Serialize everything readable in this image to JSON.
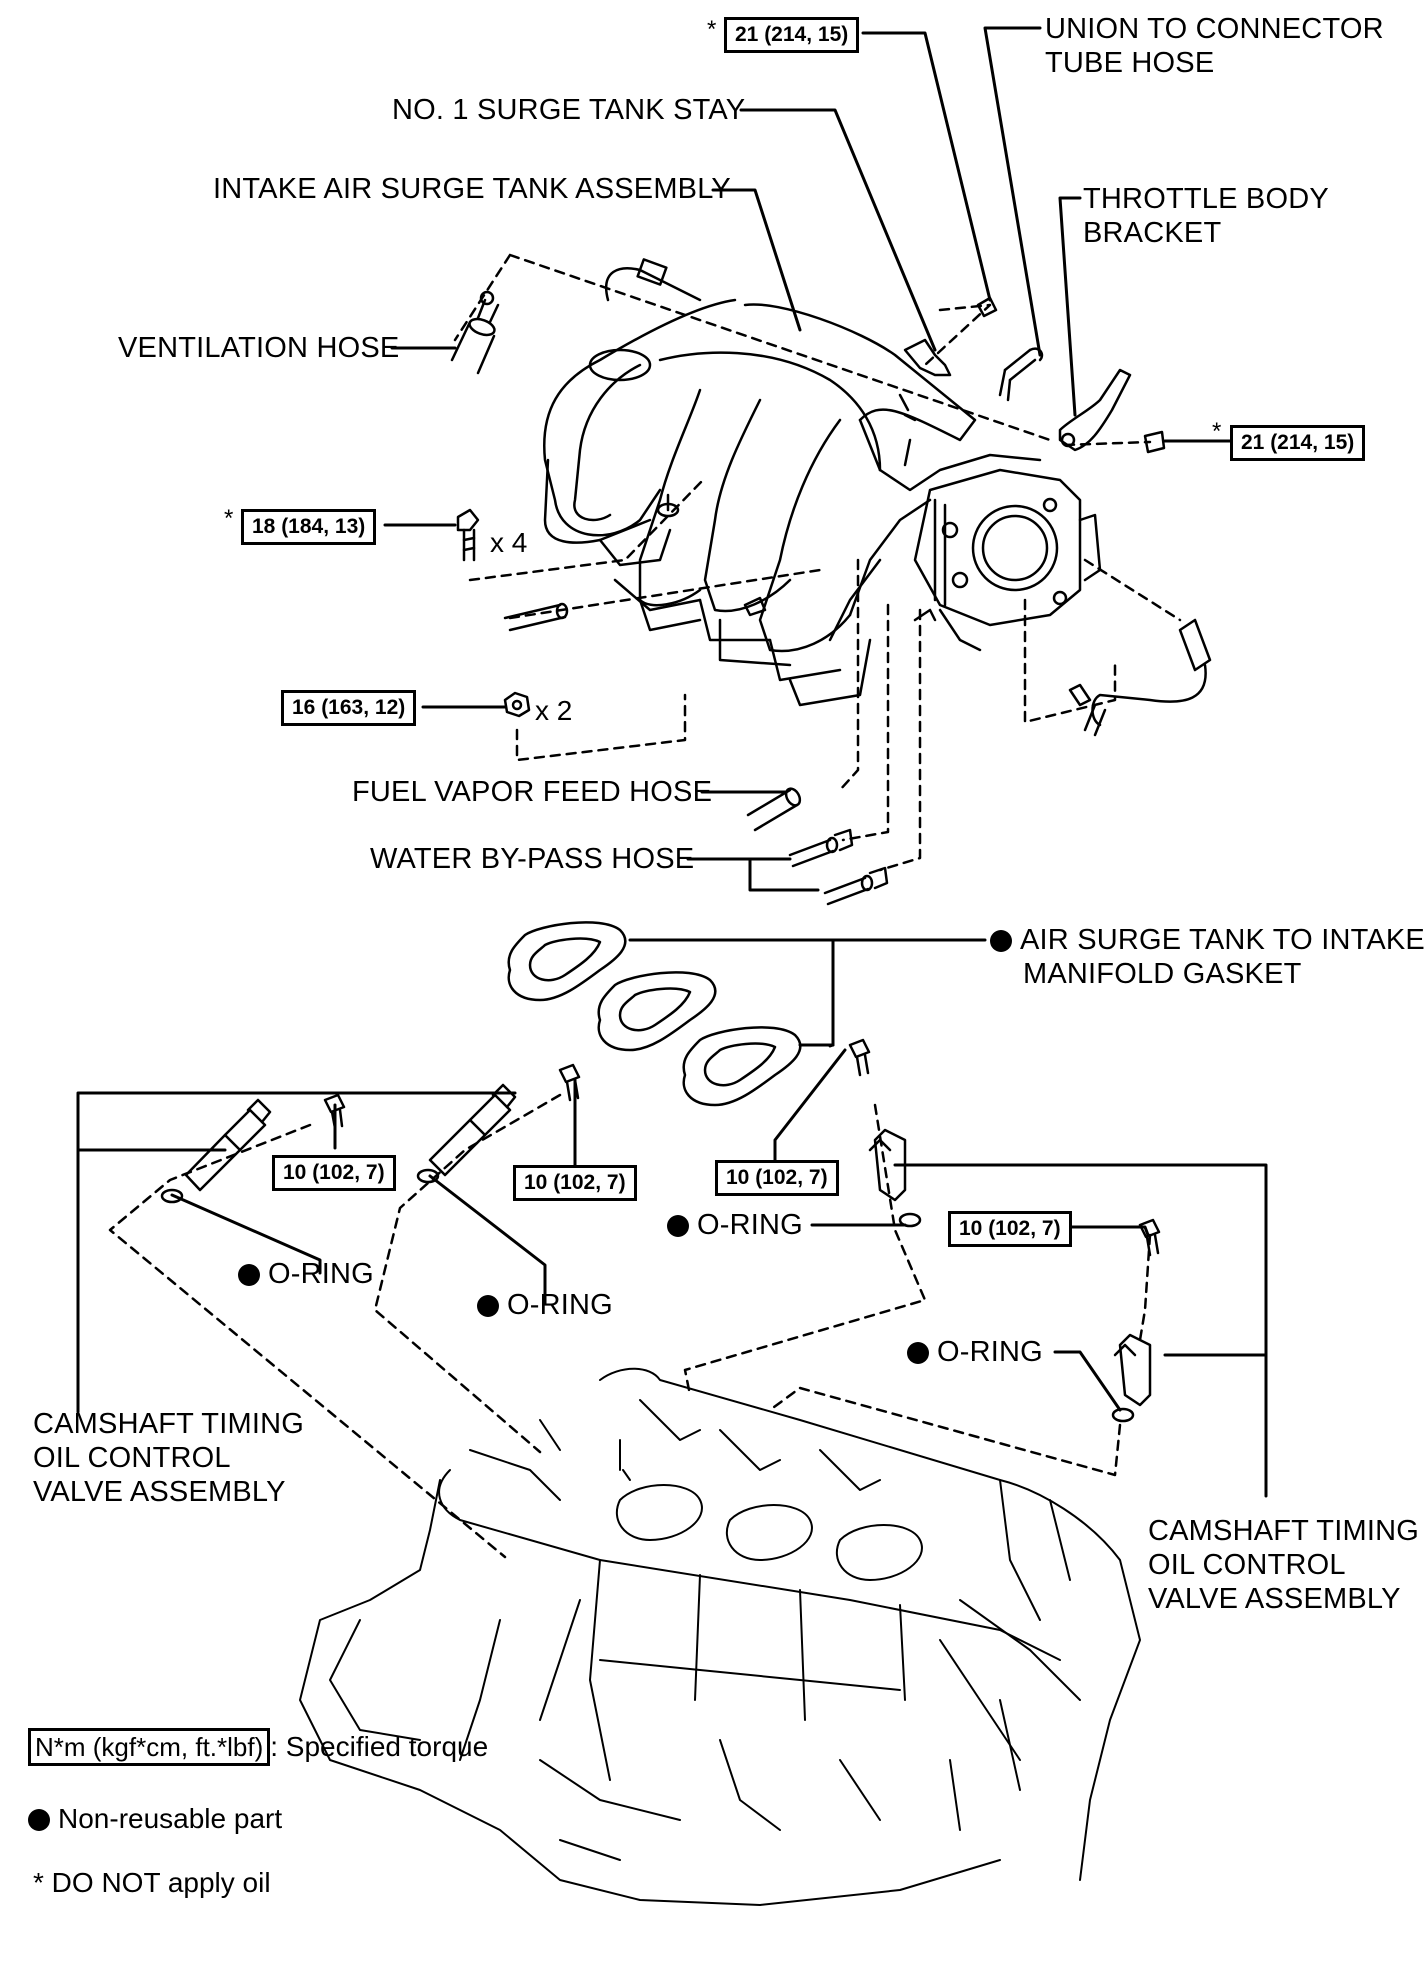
{
  "labels": {
    "union_to_connector": [
      "UNION TO CONNECTOR",
      "TUBE HOSE"
    ],
    "no1_surge_tank_stay": "NO. 1 SURGE TANK STAY",
    "intake_air_surge_tank": "INTAKE AIR SURGE TANK ASSEMBLY",
    "throttle_body_bracket": [
      "THROTTLE BODY",
      "BRACKET"
    ],
    "ventilation_hose": "VENTILATION HOSE",
    "fuel_vapor_feed_hose": "FUEL VAPOR FEED HOSE",
    "water_bypass_hose": "WATER BY-PASS HOSE",
    "gasket": [
      "AIR SURGE TANK TO INTAKE",
      "MANIFOLD GASKET"
    ],
    "o_ring": "O-RING",
    "camshaft_valve": [
      "CAMSHAFT TIMING",
      "OIL CONTROL",
      "VALVE ASSEMBLY"
    ]
  },
  "torques": {
    "t21": "21 (214, 15)",
    "t18": "18 (184, 13)",
    "t16": "16 (163, 12)",
    "t10": "10 (102, 7)"
  },
  "quantities": {
    "x4": "x 4",
    "x2": "x 2"
  },
  "asterisk": "*",
  "legend": {
    "torque_unit": "N*m (kgf*cm, ft.*lbf)",
    "torque_text": ": Specified torque",
    "non_reusable": "Non-reusable part",
    "no_oil": "* DO NOT apply oil"
  }
}
